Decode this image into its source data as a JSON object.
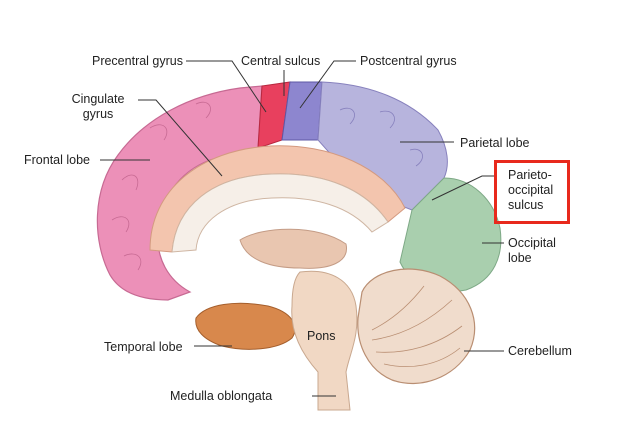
{
  "labels": {
    "precentral_gyrus": "Precentral gyrus",
    "central_sulcus": "Central sulcus",
    "postcentral_gyrus": "Postcentral gyrus",
    "cingulate_gyrus_line1": "Cingulate",
    "cingulate_gyrus_line2": "gyrus",
    "frontal_lobe": "Frontal lobe",
    "parietal_lobe": "Parietal lobe",
    "parieto_occipital_line1": "Parieto-",
    "parieto_occipital_line2": "occipital",
    "parieto_occipital_line3": "sulcus",
    "occipital_lobe_line1": "Occipital",
    "occipital_lobe_line2": "lobe",
    "pons": "Pons",
    "temporal_lobe": "Temporal lobe",
    "cerebellum": "Cerebellum",
    "medulla_oblongata": "Medulla oblongata"
  },
  "highlight": {
    "target": "parieto-occipital sulcus",
    "color": "#e8291c"
  },
  "colors": {
    "frontal_lobe": "#ec90b8",
    "precentral_gyrus": "#e8405e",
    "postcentral_gyrus": "#8d86cf",
    "parietal_lobe": "#b7b4dd",
    "occipital_lobe": "#a9cfae",
    "cingulate_gyrus": "#f3c5ae",
    "temporal_lobe": "#d8884c",
    "cerebellum": "#f0dccc",
    "brainstem": "#f1d8c4"
  }
}
